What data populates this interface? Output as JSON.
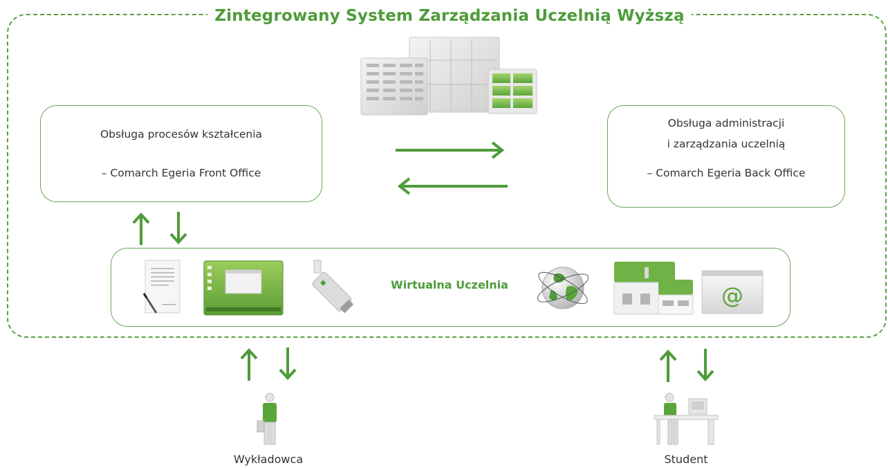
{
  "diagram": {
    "title": "Zintegrowany System Zarządzania Uczelnią Wyższą",
    "front_office": {
      "line1": "Obsługa procesów kształcenia",
      "line2": "– Comarch Egeria Front Office"
    },
    "back_office": {
      "line1": "Obsługa administracji",
      "line2": "i zarządzania uczelnią",
      "line3": "– Comarch Egeria Back Office"
    },
    "virtual_university": {
      "label": "Wirtualna Uczelnia"
    },
    "actors": {
      "lecturer": "Wykładowca",
      "student": "Student"
    },
    "icons": [
      "server-buildings-icon",
      "document-pen-icon",
      "desktop-window-icon",
      "usb-drive-icon",
      "globe-icon",
      "houses-icon",
      "email-at-icon",
      "lecturer-figure-icon",
      "student-desk-icon"
    ],
    "at_symbol": "@",
    "colors": {
      "accent": "#4e9b3a",
      "frame": "#5a9e45",
      "arrow": "#4e9b3a"
    }
  }
}
